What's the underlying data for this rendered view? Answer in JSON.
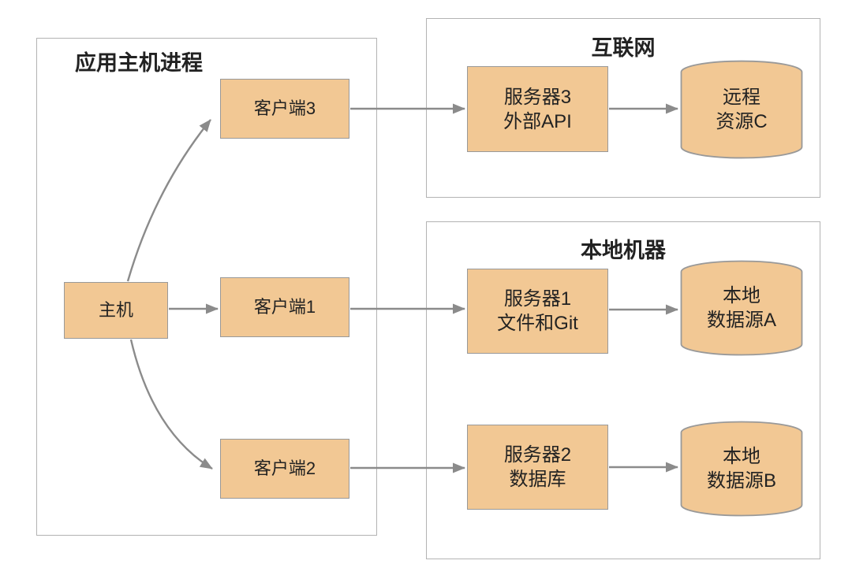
{
  "diagram": {
    "title_area": {},
    "containers": {
      "host_process": {
        "title": "应用主机进程"
      },
      "internet": {
        "title": "互联网"
      },
      "local_machine": {
        "title": "本地机器"
      }
    },
    "nodes": {
      "host": {
        "type": "rect",
        "label": "主机"
      },
      "client3": {
        "type": "rect",
        "label": "客户端3"
      },
      "client1": {
        "type": "rect",
        "label": "客户端1"
      },
      "client2": {
        "type": "rect",
        "label": "客户端2"
      },
      "server3": {
        "type": "rect",
        "line1": "服务器3",
        "line2": "外部API"
      },
      "server1": {
        "type": "rect",
        "line1": "服务器1",
        "line2": "文件和Git"
      },
      "server2": {
        "type": "rect",
        "line1": "服务器2",
        "line2": "数据库"
      },
      "resource_c": {
        "type": "cylinder",
        "line1": "远程",
        "line2": "资源C"
      },
      "datasource_a": {
        "type": "cylinder",
        "line1": "本地",
        "line2": "数据源A"
      },
      "datasource_b": {
        "type": "cylinder",
        "line1": "本地",
        "line2": "数据源B"
      }
    },
    "edges": [
      {
        "from": "host",
        "to": "client3"
      },
      {
        "from": "host",
        "to": "client1"
      },
      {
        "from": "host",
        "to": "client2"
      },
      {
        "from": "client3",
        "to": "server3"
      },
      {
        "from": "client1",
        "to": "server1"
      },
      {
        "from": "client2",
        "to": "server2"
      },
      {
        "from": "server3",
        "to": "resource_c"
      },
      {
        "from": "server1",
        "to": "datasource_a"
      },
      {
        "from": "server2",
        "to": "datasource_b"
      }
    ],
    "colors": {
      "node_fill": "#F2C894",
      "node_border": "#999999",
      "container_border": "#B3B3B3",
      "arrow": "#8B8B8B",
      "text": "#222222",
      "background": "#FFFFFF"
    }
  }
}
